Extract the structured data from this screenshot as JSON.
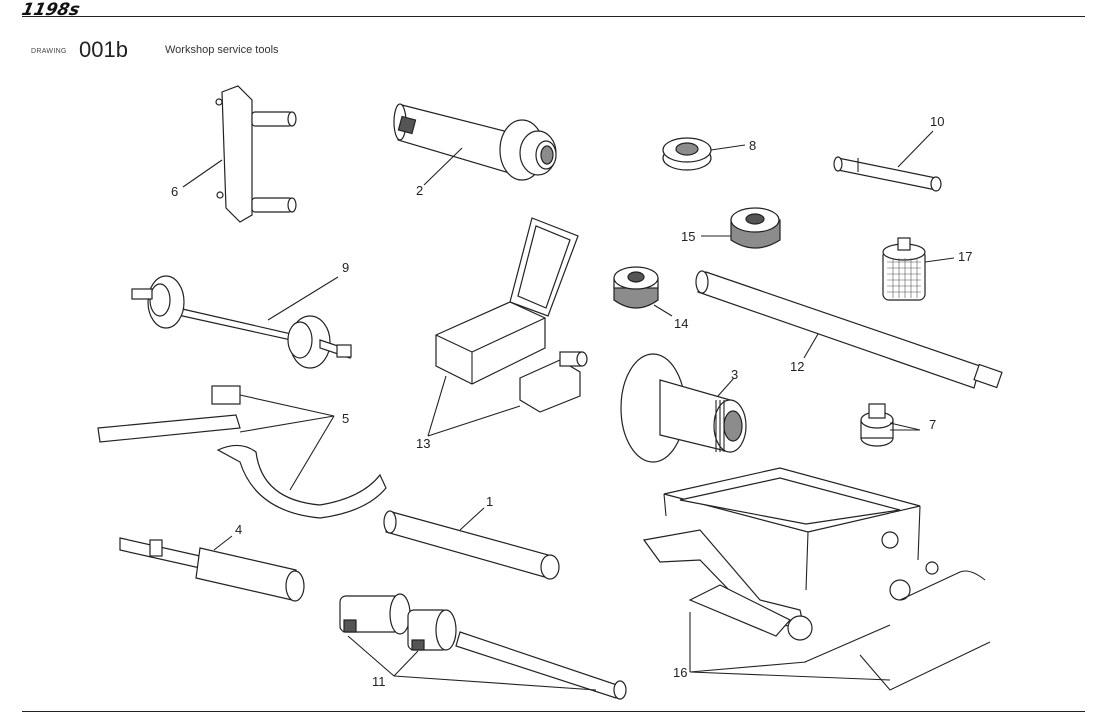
{
  "header": {
    "logo_text": "1198s",
    "drawing_label": "DRAWING",
    "drawing_number": "001b",
    "title": "Workshop service tools"
  },
  "callouts": [
    "1",
    "2",
    "3",
    "4",
    "5",
    "6",
    "7",
    "8",
    "9",
    "10",
    "11",
    "12",
    "13",
    "14",
    "15",
    "16",
    "17"
  ]
}
